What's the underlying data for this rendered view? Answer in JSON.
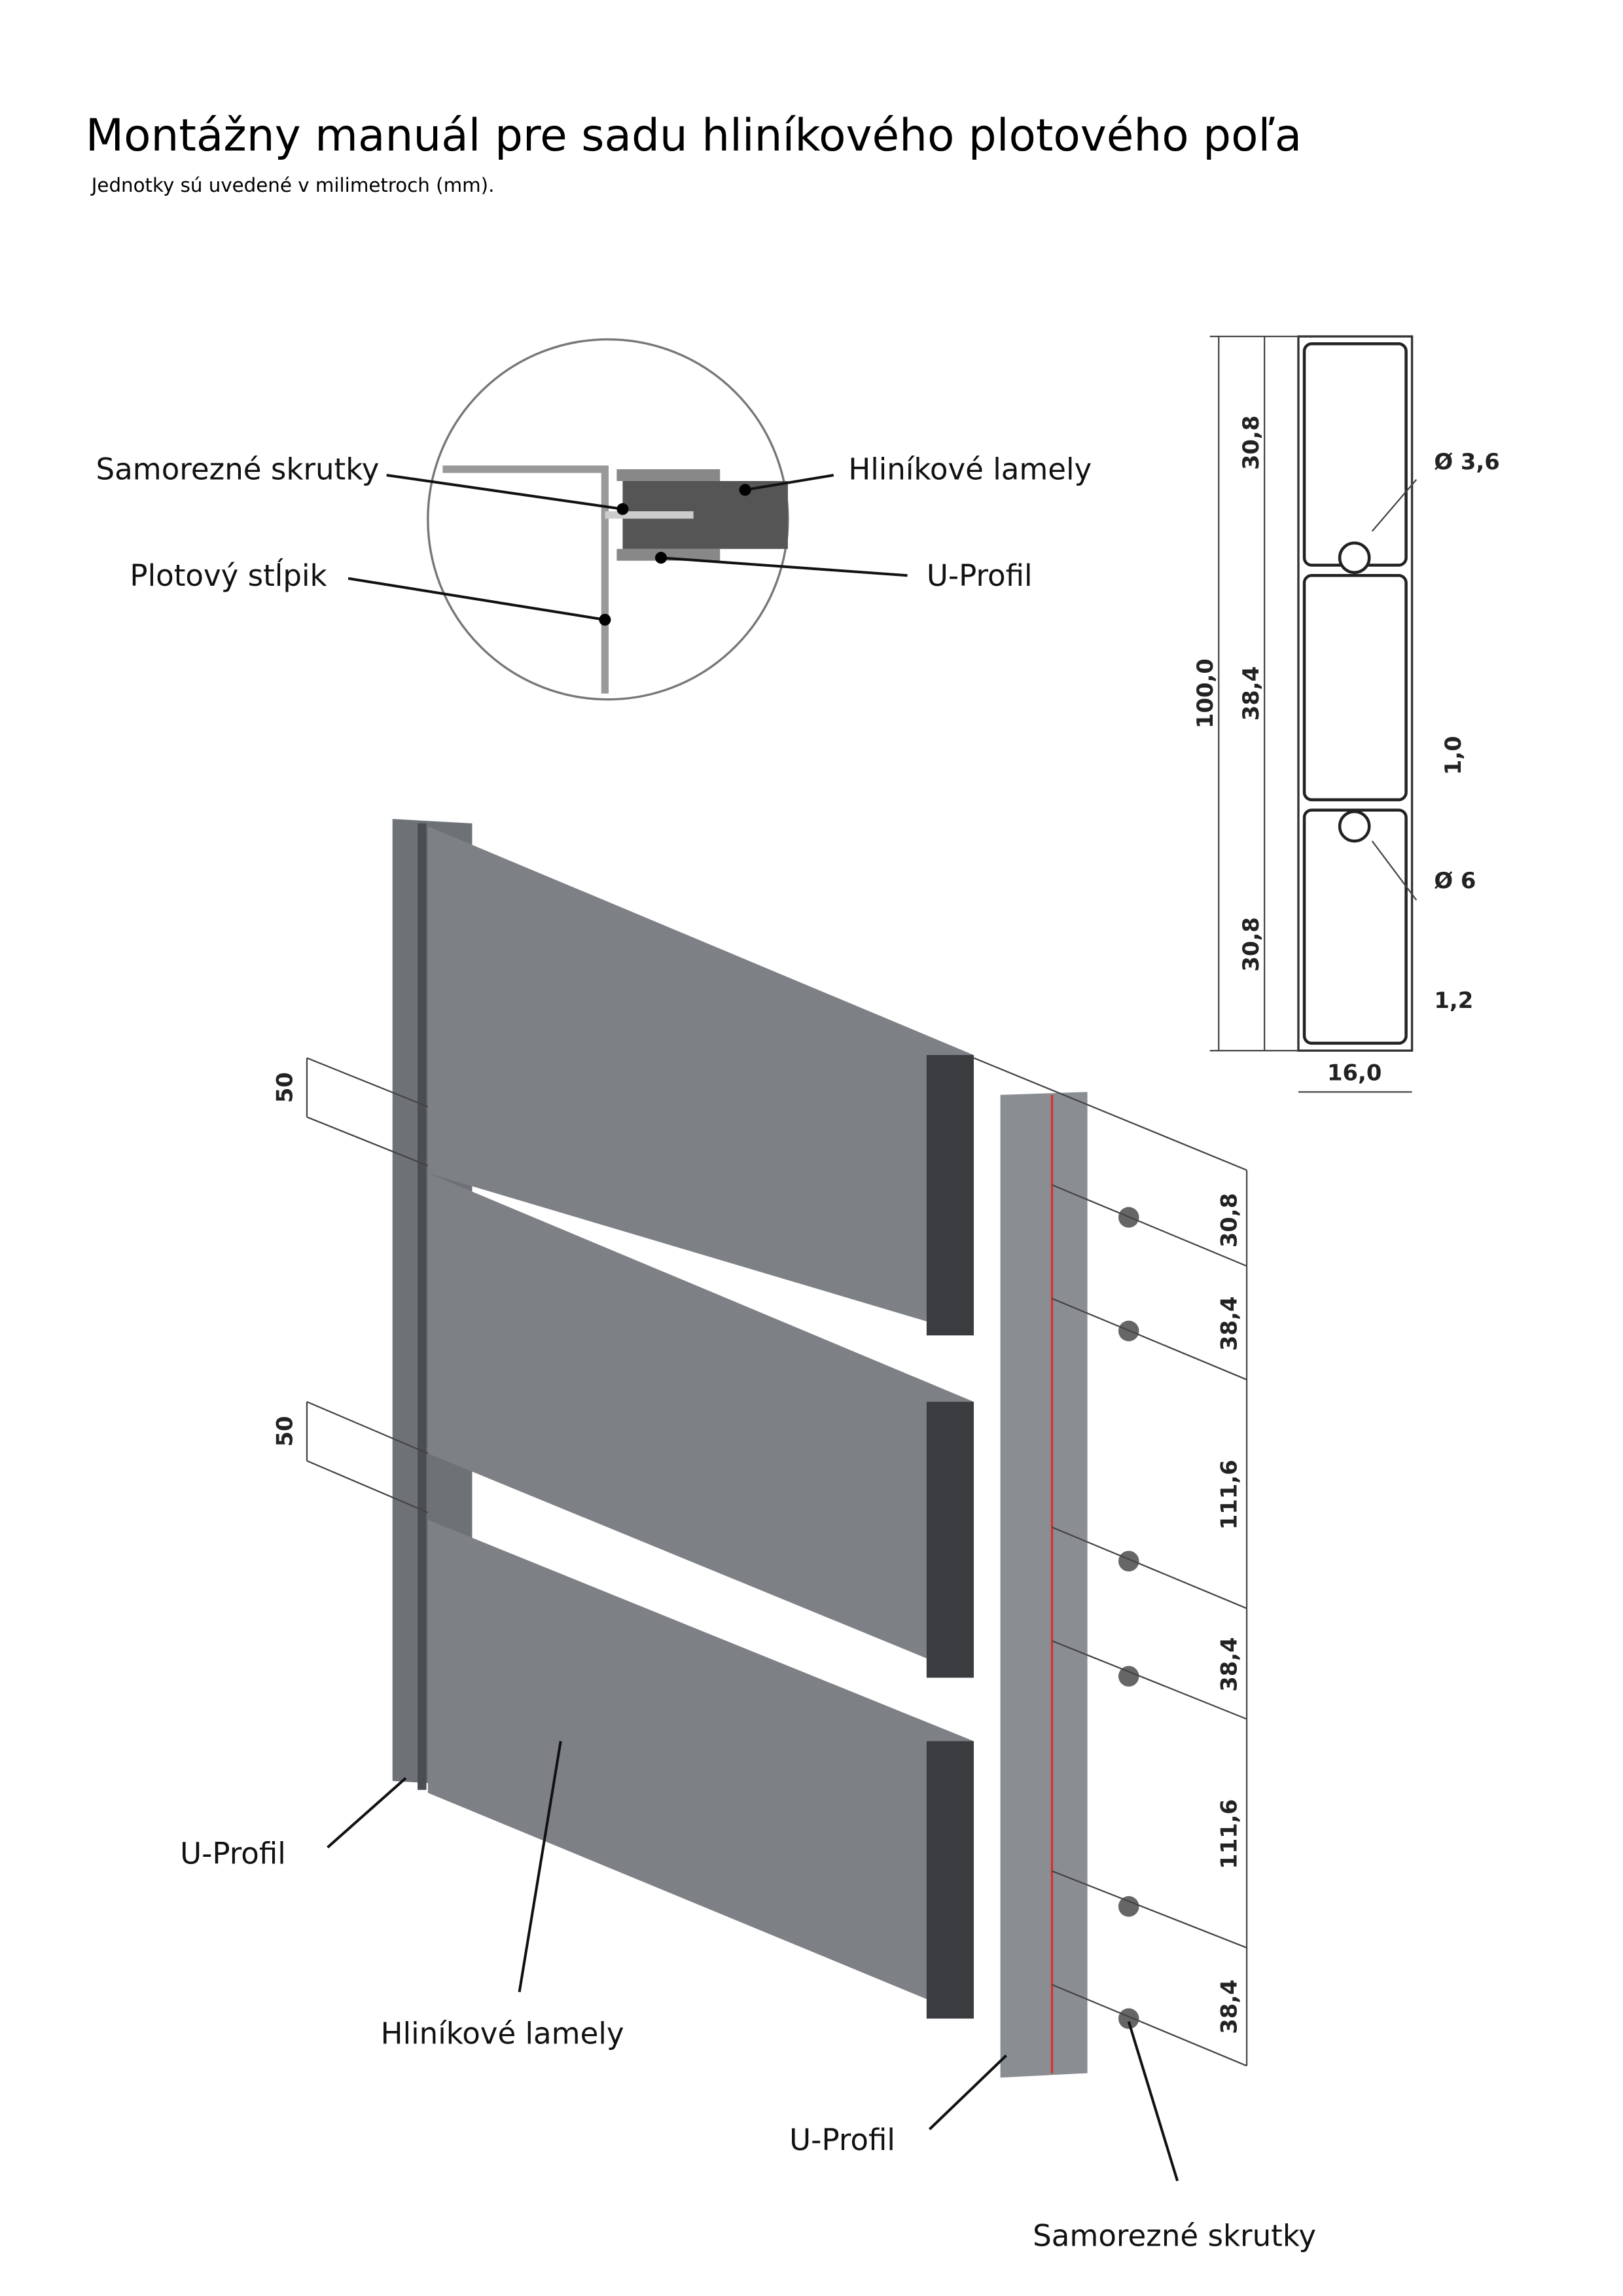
{
  "header": {
    "title": "Montážny manuál pre sadu hliníkového plotového poľa",
    "subtitle": "Jednotky sú uvedené v milimetroch (mm)."
  },
  "detail": {
    "screws": "Samorezné skrutky",
    "slats": "Hliníkové lamely",
    "post": "Plotový stĺpik",
    "uprofile": "U-Profil"
  },
  "profile": {
    "height": "100,0",
    "seg_top": "30,8",
    "seg_mid": "38,4",
    "seg_bot": "30,8",
    "width": "16,0",
    "hole_small": "Ø 3,6",
    "hole_large": "Ø 6",
    "gap": "1,0",
    "wall": "1,2"
  },
  "assembly": {
    "gap1": "50",
    "gap2": "50",
    "dims": [
      "30,8",
      "38,4",
      "111,6",
      "38,4",
      "111,6",
      "38,4"
    ],
    "label_uprofile_left": "U-Profil",
    "label_slats": "Hliníkové lamely",
    "label_uprofile_right": "U-Profil",
    "label_screws": "Samorezné skrutky",
    "slat_color": "#7d8186",
    "slat_end_color": "#3a3c3f",
    "line_color": "#d9312b"
  }
}
